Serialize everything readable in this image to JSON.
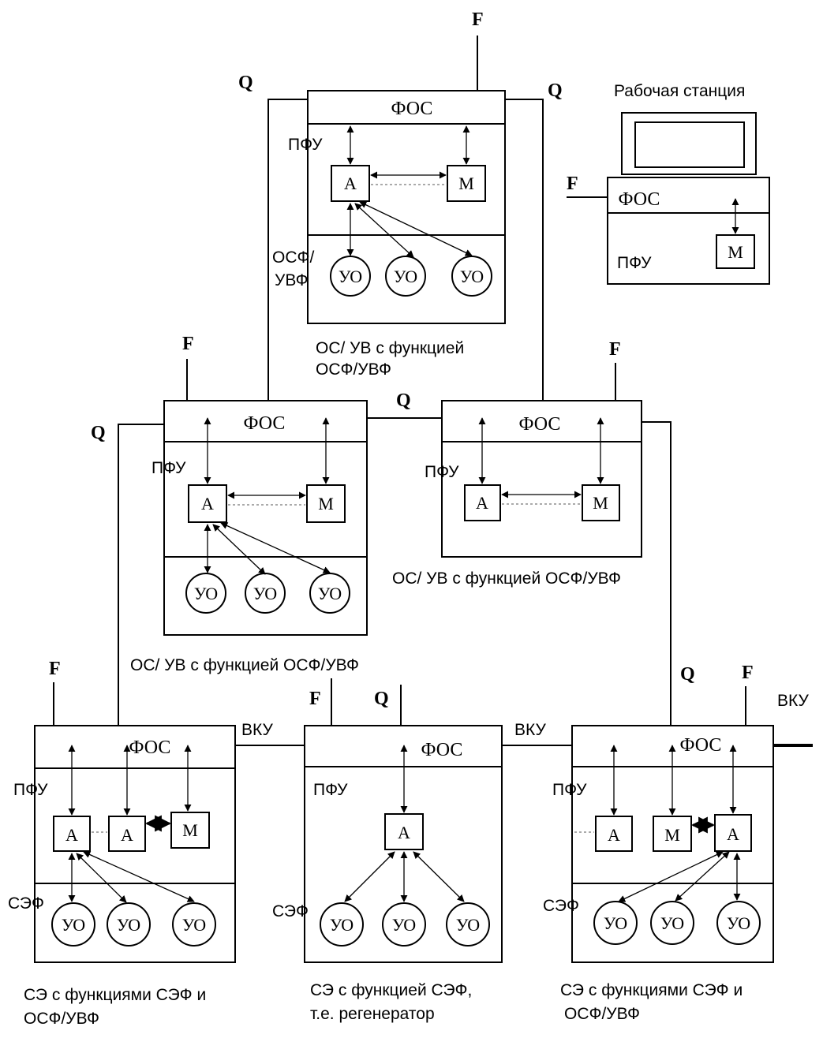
{
  "top": {
    "F": "F",
    "Q_left": "Q",
    "Q_right": "Q",
    "fos": "ФОС",
    "pfu": "ПФУ",
    "osf": "ОСФ/",
    "uvf": "УВФ",
    "a": "А",
    "m": "М",
    "uo1": "УО",
    "uo2": "УО",
    "uo3": "УО",
    "caption1": "ОС/ УВ с функцией",
    "caption2": "ОСФ/УВФ"
  },
  "workstation": {
    "title": "Рабочая станция",
    "F": "F",
    "fos": "ФОС",
    "pfu": "ПФУ",
    "m": "М"
  },
  "mid_left": {
    "F": "F",
    "Q": "Q",
    "fos": "ФОС",
    "pfu": "ПФУ",
    "a": "А",
    "m": "М",
    "uo1": "УО",
    "uo2": "УО",
    "uo3": "УО",
    "caption": "ОС/ УВ с функцией ОСФ/УВФ"
  },
  "mid_right": {
    "F": "F",
    "Q": "Q",
    "fos": "ФОС",
    "pfu": "ПФУ",
    "a": "А",
    "m": "М",
    "caption": "ОС/ УВ с функцией ОСФ/УВФ"
  },
  "bot_left": {
    "F": "F",
    "fos": "ФОС",
    "pfu": "ПФУ",
    "sef": "СЭФ",
    "a1": "А",
    "a2": "А",
    "m": "М",
    "uo1": "УО",
    "uo2": "УО",
    "uo3": "УО",
    "vku": "ВКУ",
    "caption1": "СЭ с функциями СЭФ и",
    "caption2": "ОСФ/УВФ"
  },
  "bot_mid": {
    "F": "F",
    "Q": "Q",
    "fos": "ФОС",
    "pfu": "ПФУ",
    "sef": "СЭФ",
    "a": "А",
    "uo1": "УО",
    "uo2": "УО",
    "uo3": "УО",
    "vku": "ВКУ",
    "caption1": "СЭ с функцией СЭФ,",
    "caption2": "т.е. регенератор"
  },
  "bot_right": {
    "F": "F",
    "Q": "Q",
    "vku": "ВКУ",
    "fos": "ФОС",
    "pfu": "ПФУ",
    "sef": "СЭФ",
    "a1": "А",
    "m": "М",
    "a2": "А",
    "uo1": "УО",
    "uo2": "УО",
    "uo3": "УО",
    "caption1": "СЭ с функциями СЭФ и",
    "caption2": "ОСФ/УВФ"
  }
}
